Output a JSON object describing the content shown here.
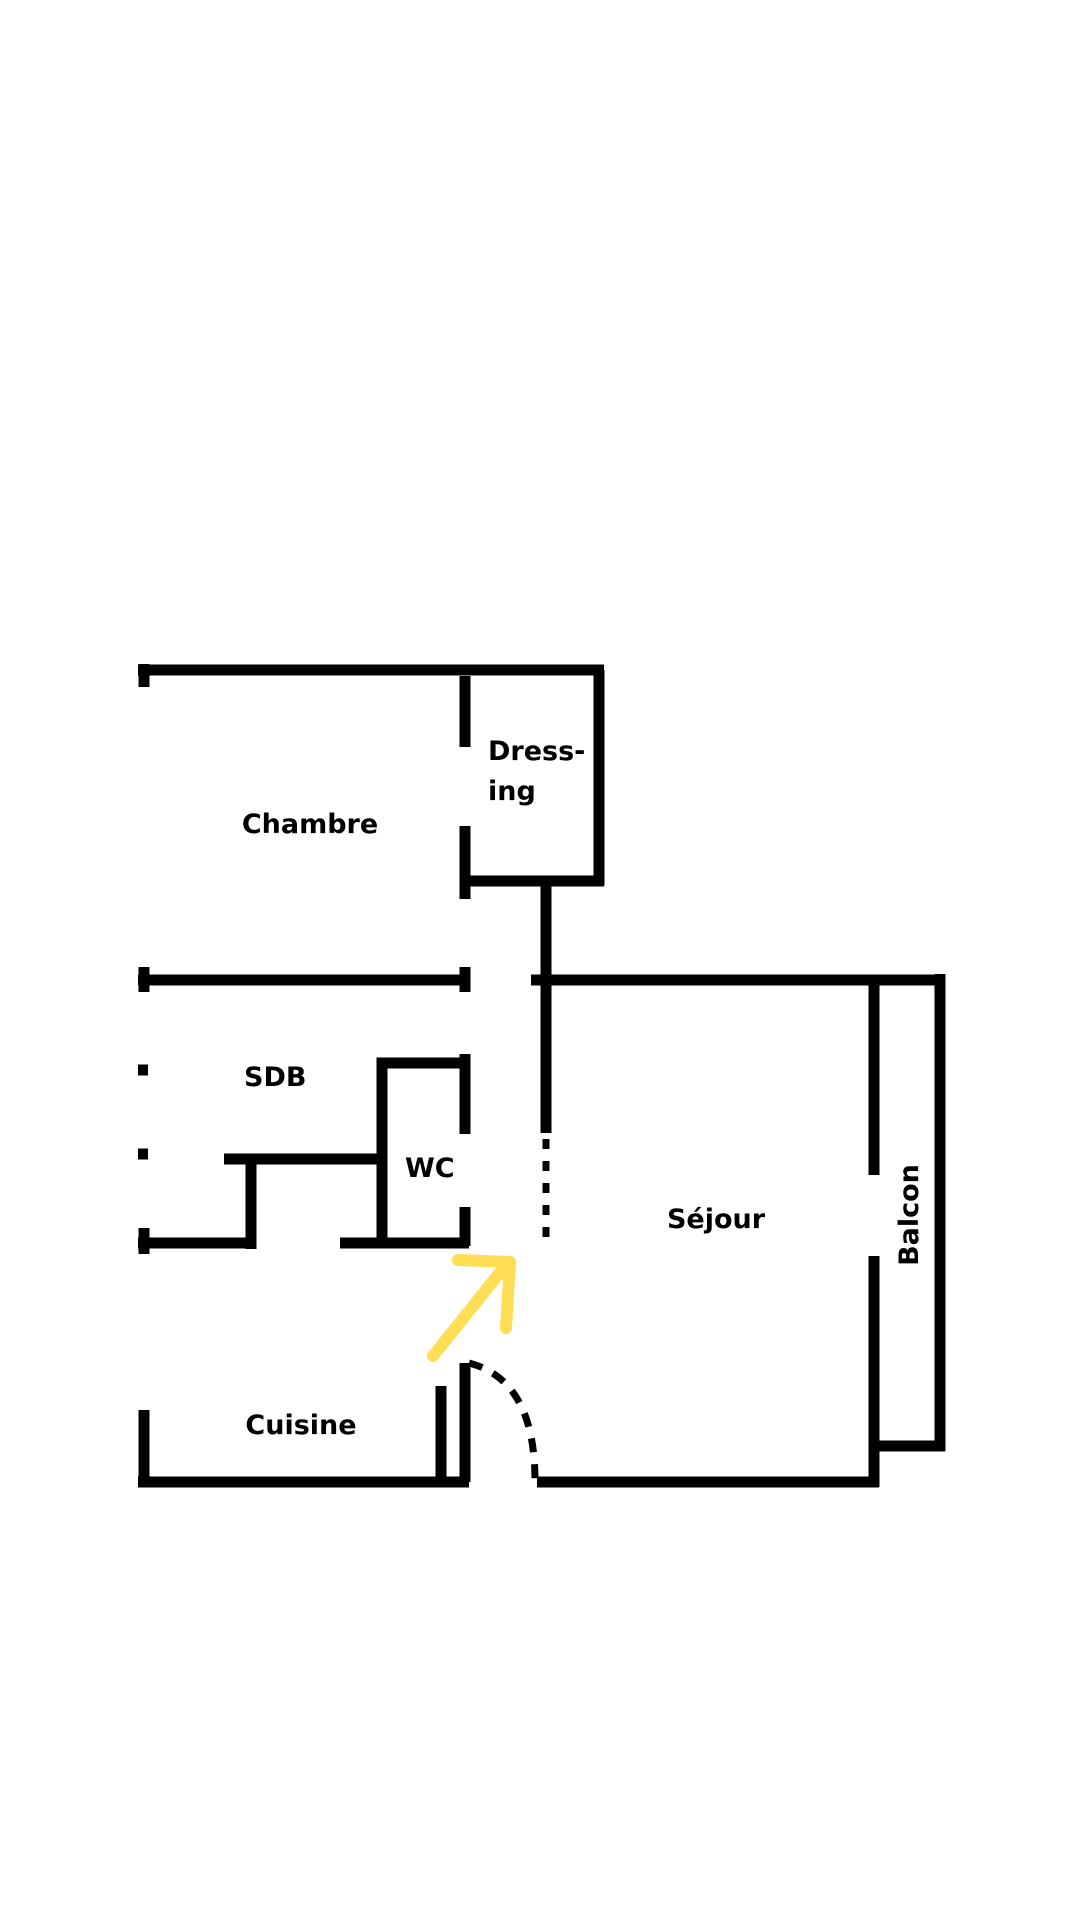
{
  "rooms": {
    "chambre": "Chambre",
    "dressing_line1": "Dress-",
    "dressing_line2": "ing",
    "sdb": "SDB",
    "wc": "WC",
    "sejour": "Séjour",
    "cuisine": "Cuisine",
    "balcon": "Balcon"
  },
  "colors": {
    "walls": "#000000",
    "arrow": "#FFDD55",
    "background": "#FFFFFF"
  },
  "icons": {
    "entrance": "arrow-up-right-icon",
    "door": "door-swing-arc"
  }
}
